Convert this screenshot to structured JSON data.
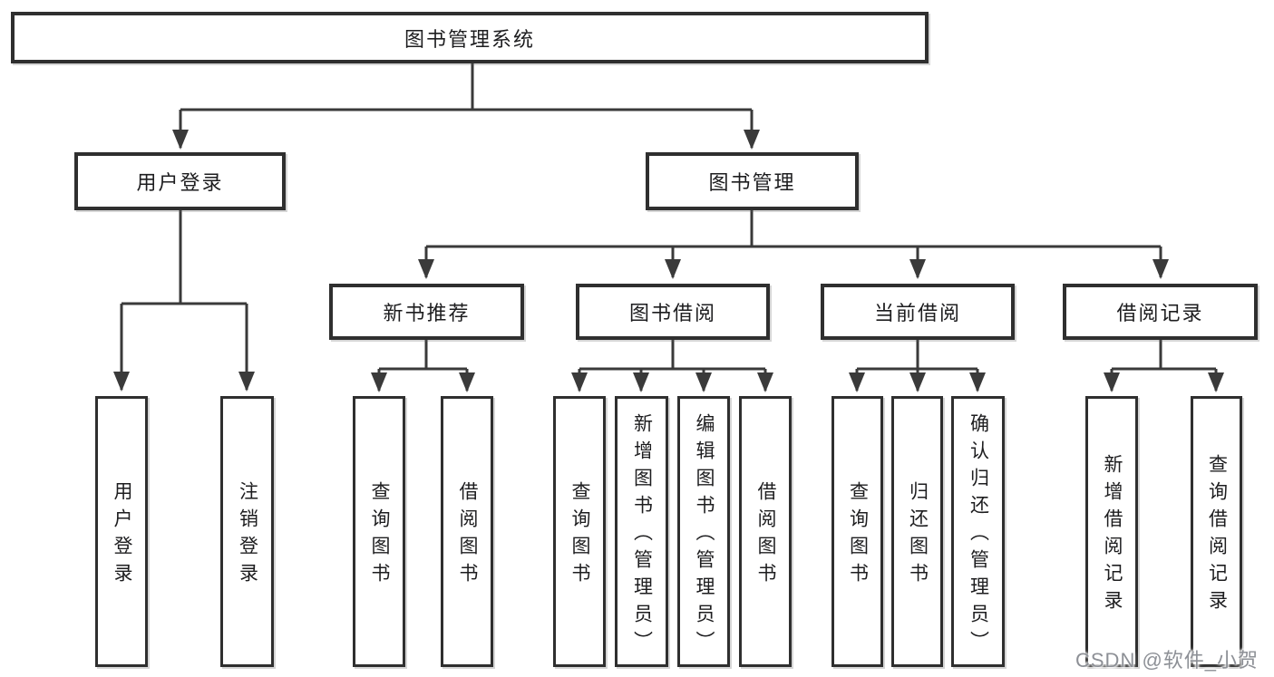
{
  "page": {
    "background": "#ffffff",
    "line_color": "#3a3a3a",
    "box_border_color": "#2f2f2f",
    "text_color": "#1d1d1f",
    "watermark": {
      "text": "CSDN @软件_小贺同学",
      "color": "#8d9096"
    }
  },
  "tree": {
    "root": "图书管理系统",
    "branches": [
      {
        "label": "用户登录",
        "children": [
          {
            "label": "用户登录"
          },
          {
            "label": "注销登录"
          }
        ]
      },
      {
        "label": "图书管理",
        "groups": [
          {
            "label": "新书推荐",
            "children": [
              {
                "label": "查询图书"
              },
              {
                "label": "借阅图书"
              }
            ]
          },
          {
            "label": "图书借阅",
            "children": [
              {
                "label": "查询图书"
              },
              {
                "label": "新增图书（管理员）"
              },
              {
                "label": "编辑图书（管理员）"
              },
              {
                "label": "借阅图书"
              }
            ]
          },
          {
            "label": "当前借阅",
            "children": [
              {
                "label": "查询图书"
              },
              {
                "label": "归还图书"
              },
              {
                "label": "确认归还（管理员）"
              }
            ]
          },
          {
            "label": "借阅记录",
            "children": [
              {
                "label": "新增借阅记录"
              },
              {
                "label": "查询借阅记录"
              }
            ]
          }
        ]
      }
    ]
  }
}
